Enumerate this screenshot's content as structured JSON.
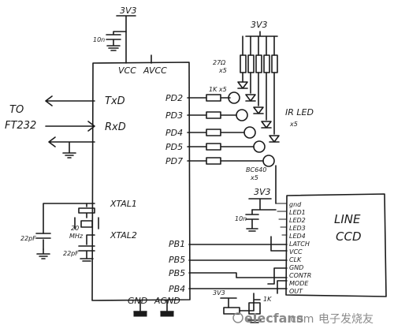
{
  "supply_labels": {
    "top": "3V3",
    "leds": "3V3",
    "ccd": "3V3",
    "bottom": "3V3"
  },
  "mcu": {
    "vcc": "VCC",
    "avcc": "AVCC",
    "txd": "TxD",
    "rxd": "RxD",
    "xtal1": "XTAL1",
    "xtal2": "XTAL2",
    "gnd": "GND",
    "agnd": "AGND",
    "pins": {
      "pd2": "PD2",
      "pd3": "PD3",
      "pd4": "PD4",
      "pd5": "PD5",
      "pd6": "PD7",
      "pb1": "PB1",
      "pb5": "PB5",
      "pb6": "PB5",
      "pb4": "PB4"
    }
  },
  "external": {
    "to": "TO",
    "ft232": "FT232"
  },
  "components": {
    "cap_top": "10n",
    "res_array": "27Ω",
    "res_array_count": "x5",
    "base_res": "1K x5",
    "ir_led": "IR LED",
    "ir_led_count": "x5",
    "transistor": "BC640",
    "transistor_count": "x5",
    "crystal_freq": "20",
    "crystal_unit": "MHz",
    "cap_22a": "22pF",
    "cap_22b": "22pF",
    "cap_ccd": "10n",
    "pot": "1K"
  },
  "ccd": {
    "title_1": "LINE",
    "title_2": "CCD",
    "pins": [
      "gnd",
      "LED1",
      "LED2",
      "LED3",
      "LED4",
      "LATCH",
      "VCC",
      "CLK",
      "GND",
      "CONTR",
      "MODE",
      "OUT"
    ]
  },
  "watermark": {
    "brand": "elecfans",
    "domain": ".com",
    "cn": "电子发烧友"
  }
}
